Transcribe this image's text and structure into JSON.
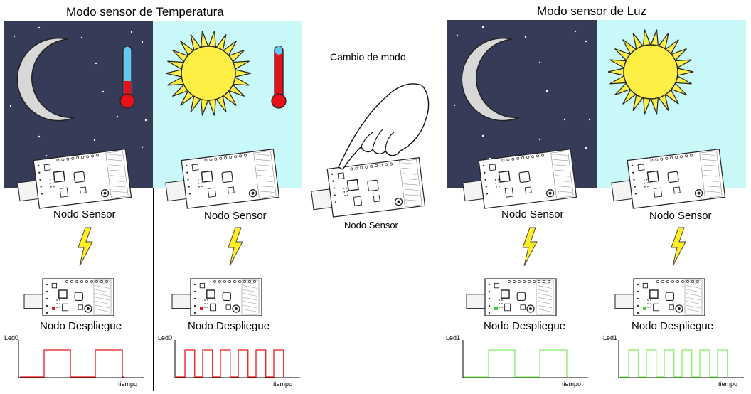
{
  "titles": {
    "temperature_mode": "Modo sensor de Temperatura",
    "light_mode": "Modo sensor de Luz",
    "mode_change": "Cambio de modo"
  },
  "labels": {
    "sensor_node": "Nodo Sensor",
    "display_node": "Nodo Despliegue",
    "time_axis": "tiempo",
    "led0": "Led0",
    "led1": "Led1"
  },
  "colors": {
    "night_sky": "#363b57",
    "day_sky": "#c8f8f8",
    "sun": "#ffee44",
    "moon": "#d8d8d8",
    "thermo_cold": "#66c8ee",
    "thermo_hot": "#e8101a",
    "signal_red": "#e81818",
    "signal_green": "#88ee66",
    "bolt": "#ffee22"
  },
  "signals": {
    "temp_night": {
      "led": "Led0",
      "color": "red",
      "pulses": 2
    },
    "temp_day": {
      "led": "Led0",
      "color": "red",
      "pulses": 6
    },
    "light_night": {
      "led": "Led1",
      "color": "green",
      "pulses": 2
    },
    "light_day": {
      "led": "Led1",
      "color": "green",
      "pulses": 6
    }
  }
}
